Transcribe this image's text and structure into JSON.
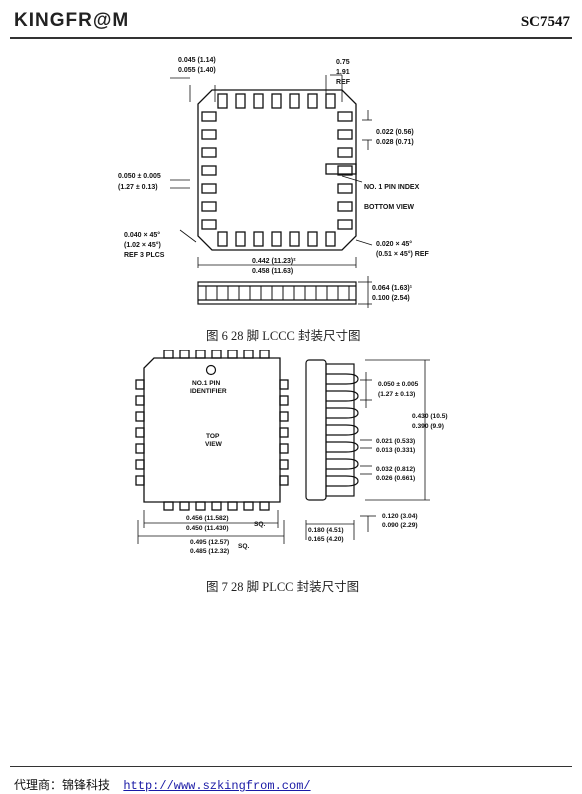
{
  "header": {
    "logo": "KINGFR@M",
    "part_number": "SC7547"
  },
  "fig6": {
    "caption": "图 6 28 脚 LCCC 封装尺寸图",
    "labels": {
      "top_left_a": "0.045 (1.14)",
      "top_left_b": "0.055 (1.40)",
      "top_right_a": "0.75",
      "top_right_b": "1.91",
      "top_right_c": "REF",
      "right_pad_a": "0.022 (0.56)",
      "right_pad_b": "0.028 (0.71)",
      "pitch_a": "0.050  ± 0.005",
      "pitch_b": "(1.27  ± 0.13)",
      "pin1": "NO. 1 PIN INDEX",
      "view": "BOTTOM VIEW",
      "chamfer_a": "0.040 × 45°",
      "chamfer_b": "(1.02 × 45°)",
      "chamfer_c": "REF 3 PLCS",
      "corner_a": "0.020 × 45°",
      "corner_b": "(0.51 × 45°) REF",
      "width_a": "0.442 (11.23)²",
      "width_b": "0.458 (11.63)",
      "height_a": "0.064 (1.63)¹",
      "height_b": "0.100 (2.54)"
    }
  },
  "fig7": {
    "caption": "图 7 28 脚 PLCC 封装尺寸图",
    "labels": {
      "pin1_a": "NO.1 PIN",
      "pin1_b": "IDENTIFIER",
      "top_a": "TOP",
      "top_b": "VIEW",
      "pitch_a": "0.050  ± 0.005",
      "pitch_b": "(1.27  ± 0.13)",
      "height_a": "0.430 (10.5)",
      "height_b": "0.390 (9.9)",
      "lead_a": "0.021 (0.533)",
      "lead_b": "0.013 (0.331)",
      "lead2_a": "0.032 (0.812)",
      "lead2_b": "0.026 (0.661)",
      "body_a": "0.456 (11.582)",
      "body_b": "0.450 (11.430)",
      "body_sq": "SQ.",
      "total_a": "0.495 (12.57)",
      "total_b": "0.485 (12.32)",
      "total_sq": "SQ.",
      "side_h_a": "0.180 (4.51)",
      "side_h_b": "0.165 (4.20)",
      "standoff_a": "0.120 (3.04)",
      "standoff_b": "0.090 (2.29)"
    }
  },
  "footer": {
    "agent": "代理商：锦锋科技",
    "url": "http://www.szkingfrom.com/"
  }
}
